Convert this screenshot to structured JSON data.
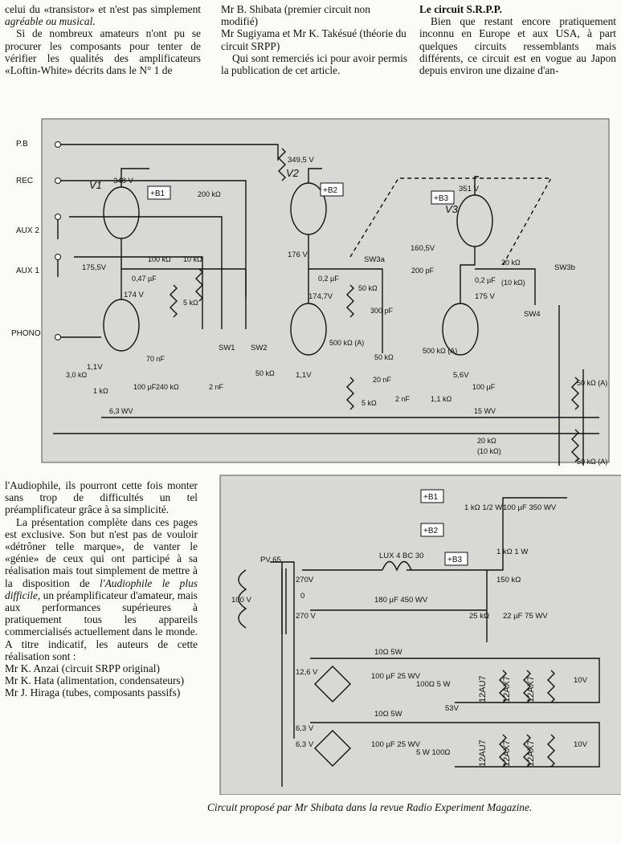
{
  "col1_top": {
    "p1a": "celui du «transistor» et n'est pas simplement ",
    "p1b": "agréable ou musical.",
    "p2": "Si de nombreux amateurs n'ont pu se procurer les composants pour tenter de vérifier les qualités des amplificateurs «Loftin-White» décrits dans le N° 1 de"
  },
  "col2_top": {
    "l1": "Mr B. Shibata (premier circuit non modifié)",
    "l2": "Mr Sugiyama et Mr K. Takésué (théorie du circuit SRPP)",
    "l3": "Qui sont remerciés ici pour avoir permis la publication de cet article."
  },
  "col3_top": {
    "heading": "Le circuit S.R.P.P.",
    "p1": "Bien que restant encore pratiquement inconnu en Europe et aux USA, à part quelques circuits ressemblants mais différents, ce circuit est en vogue au Japon depuis environ une dizaine d'an-"
  },
  "lower_text": {
    "p1": "l'Audiophile, ils pourront cette fois monter sans trop de difficultés un tel préamplificateur grâce à sa simplicité.",
    "p2a": "La présentation complète dans ces pages est exclusive. Son but n'est pas de vouloir «détrôner telle marque», de vanter le «génie» de ceux qui ont participé à sa réalisation mais tout simplement de mettre à la disposition de ",
    "p2b": "l'Audiophile le plus difficile",
    "p2c": ", un préamplificateur d'amateur, mais aux performances supérieures à pratiquement tous les appareils commercialisés actuellement dans le monde. A titre indicatif, les auteurs de cette réalisation sont :",
    "credit1": "Mr K. Anzai (circuit SRPP original)",
    "credit2": "Mr K. Hata (alimentation, condensateurs)",
    "credit3": "Mr J. Hiraga (tubes, composants passifs)"
  },
  "caption": "Circuit proposé par Mr Shibata dans la revue Radio Experiment Magazine.",
  "schematic": {
    "inputs": [
      "P.B",
      "REC",
      "AUX 2",
      "AUX 1",
      "PHONO"
    ],
    "tubes": [
      "V1",
      "V2",
      "V3"
    ],
    "rails": [
      "+B1",
      "+B2",
      "+B3"
    ],
    "voltages": [
      "348 V",
      "175,5V",
      "174 V",
      "1,1V",
      "349,5 V",
      "176 V",
      "174,7V",
      "1,1V",
      "351 V",
      "160,5V",
      "175 V",
      "5,6V"
    ],
    "parts": [
      "0,47 µF",
      "100 kΩ",
      "10 kΩ",
      "200 kΩ",
      "5 kΩ",
      "70 nF",
      "240 kΩ",
      "2 nF",
      "3,0 kΩ",
      "1 kΩ",
      "100 µF",
      "6,3 WV",
      "50 kΩ",
      "0,2 µF",
      "50 kΩ",
      "300 pF",
      "500 kΩ (A)",
      "50 kΩ",
      "20 nF",
      "5 kΩ",
      "200 pF",
      "500 kΩ (A)",
      "2 nF",
      "1,1 kΩ",
      "100 µF",
      "15 WV",
      "0,2 µF",
      "20 kΩ",
      "(10 kΩ)",
      "20 kΩ",
      "(10 kΩ)",
      "50 kΩ (A)",
      "50 kΩ (A)"
    ],
    "switches": [
      "SW1",
      "SW2",
      "SW3a",
      "SW3b",
      "SW4"
    ],
    "psu": {
      "transformer": "PV 65",
      "mains": "100 V",
      "windings": [
        "270V",
        "0",
        "270 V",
        "12,6 V",
        "6,3 V",
        "6,3 V"
      ],
      "choke": "LUX 4 BC 30",
      "parts": [
        "180 µF 450 WV",
        "1 kΩ 1/2 W",
        "100 µF 350 WV",
        "1 kΩ 1 W",
        "150 kΩ",
        "25 kΩ",
        "22 µF 75 WV",
        "10Ω 5W",
        "100 µF 25 WV",
        "100Ω 5 W",
        "10Ω 5W",
        "100 µF 25 WV",
        "5 W 100Ω"
      ],
      "filaments": [
        "12AU7",
        "12AX7",
        "12AX7"
      ],
      "filaments2": [
        "12AU7",
        "12AX7",
        "12AX7"
      ],
      "v10a": "10V",
      "v10b": "10V",
      "v53": "53V"
    }
  }
}
